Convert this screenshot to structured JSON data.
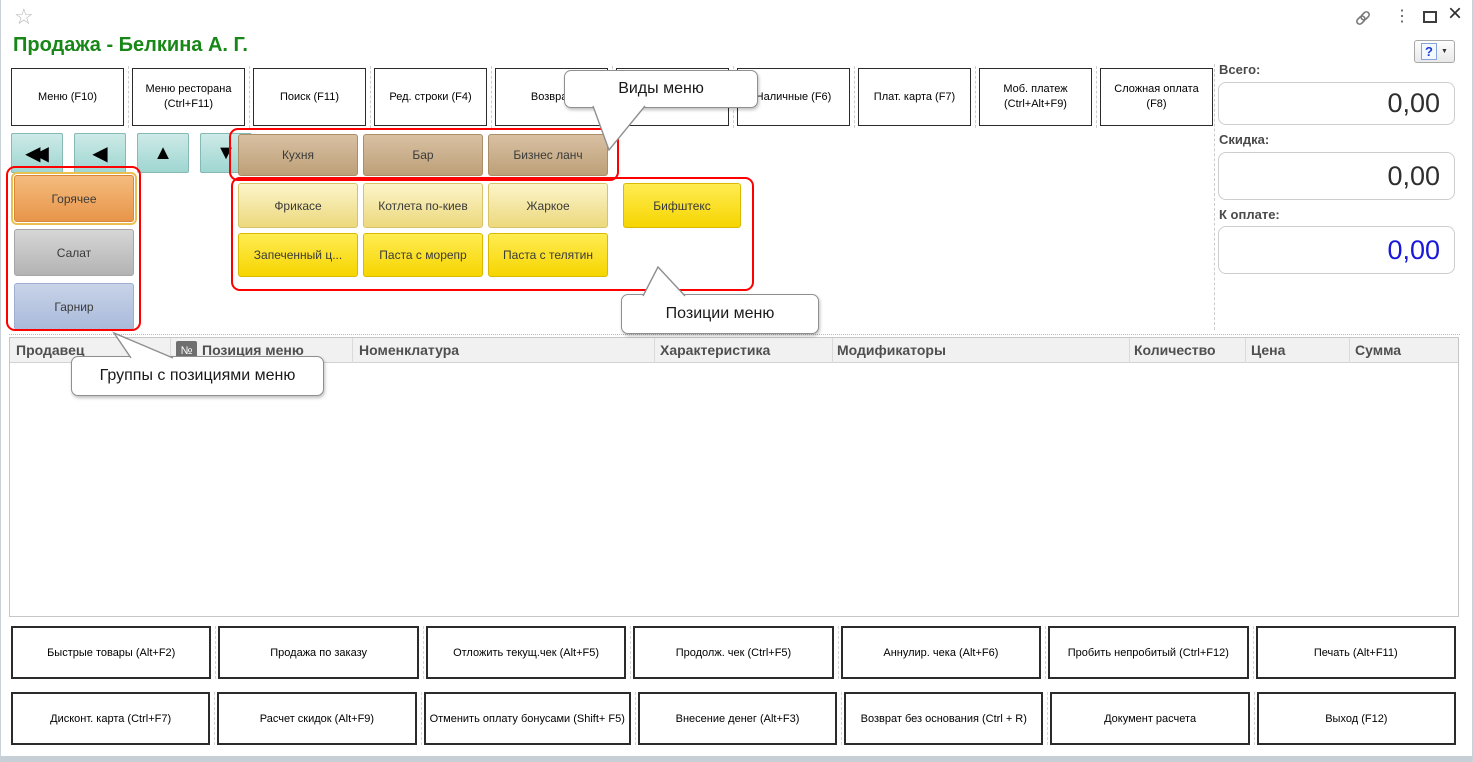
{
  "window": {
    "title": "Продажа - Белкина А. Г.",
    "chrome": {
      "star": "☆",
      "kebab": "⋮",
      "close": "×",
      "help": "?",
      "help_caret": "▼"
    }
  },
  "toolbar": {
    "buttons": [
      "Меню (F10)",
      "Меню ресторана (Ctrl+F11)",
      "Поиск (F11)",
      "Ред. строки (F4)",
      "Возврат",
      "",
      "Наличные (F6)",
      "Плат. карта (F7)",
      "Моб. платеж (Ctrl+Alt+F9)",
      "Сложная оплата (F8)"
    ]
  },
  "totals": {
    "total_label": "Всего:",
    "total_value": "0,00",
    "discount_label": "Скидка:",
    "discount_value": "0,00",
    "due_label": "К оплате:",
    "due_value": "0,00"
  },
  "nav": [
    {
      "name": "double-left-arrow",
      "glyph": "◀◀"
    },
    {
      "name": "left-arrow",
      "glyph": "◀"
    },
    {
      "name": "up-arrow",
      "glyph": "▲"
    },
    {
      "name": "down-arrow",
      "glyph": "▼"
    }
  ],
  "menu_types": {
    "items": [
      "Кухня",
      "Бар",
      "Бизнес ланч"
    ]
  },
  "menu_items": {
    "row1": [
      {
        "label": "Фрикасе",
        "style": "pale"
      },
      {
        "label": "Котлета по-киев",
        "style": "pale"
      },
      {
        "label": "Жаркое",
        "style": "pale"
      },
      {
        "label": "Бифштекс",
        "style": "bright"
      }
    ],
    "row2": [
      {
        "label": "Запеченный ц...",
        "style": "bright"
      },
      {
        "label": "Паста с морепр",
        "style": "bright"
      },
      {
        "label": "Паста с телятин",
        "style": "bright"
      }
    ]
  },
  "groups": {
    "items": [
      {
        "label": "Горячее",
        "selected": true
      },
      {
        "label": "Салат",
        "selected": false
      },
      {
        "label": "Гарнир",
        "selected": false
      }
    ]
  },
  "callouts": {
    "menu_types": "Виды меню",
    "menu_items": "Позиции меню",
    "groups": "Группы с позициями меню"
  },
  "table": {
    "columns": [
      "Продавец",
      "№",
      "Позиция меню",
      "Номенклатура",
      "Характеристика",
      "Модификаторы",
      "Количество",
      "Цена",
      "Сумма"
    ]
  },
  "bottom": {
    "row1": [
      "Быстрые товары (Alt+F2)",
      "Продажа по заказу",
      "Отложить текущ.чек (Alt+F5)",
      "Продолж. чек (Ctrl+F5)",
      "Аннулир. чека (Alt+F6)",
      "Пробить непробитый (Ctrl+F12)",
      "Печать (Alt+F11)"
    ],
    "row2": [
      "Дисконт. карта (Ctrl+F7)",
      "Расчет скидок (Alt+F9)",
      "Отменить оплату бонусами (Shift+ F5)",
      "Внесение денег (Alt+F3)",
      "Возврат без основания (Ctrl + R)",
      "Документ расчета",
      "Выход (F12)"
    ]
  },
  "colors": {
    "title_green": "#178717",
    "due_blue": "#1818d8",
    "annotation_red": "#ff0000",
    "type_tan": "#bda078",
    "item_pale_yellow": "#ecd87d",
    "item_bright_yellow": "#f6d500",
    "group_orange": "#e89549",
    "group_gray": "#b3b3b3",
    "group_blue": "#a9bada",
    "nav_teal": "#9fd6d1"
  }
}
